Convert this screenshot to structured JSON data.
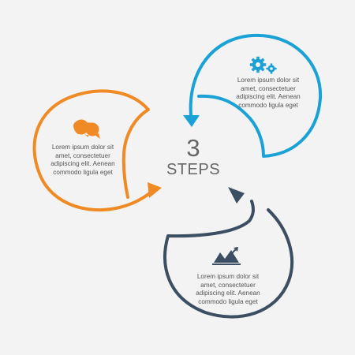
{
  "center": {
    "number": "3",
    "word": "STEPS"
  },
  "steps": [
    {
      "color": "#1aa2d6",
      "icon": "gears-icon",
      "text": [
        "Lorem ipsum dolor sit",
        "amet, consectetuer",
        "adipiscing elit. Aenean",
        "commodo ligula eget"
      ]
    },
    {
      "color": "#f08a24",
      "icon": "chat-bubbles-icon",
      "text": [
        "Lorem ipsum dolor sit",
        "amet, consectetuer",
        "adipiscing elit. Aenean",
        "commodo ligula eget"
      ]
    },
    {
      "color": "#3c4e61",
      "icon": "mountain-chart-icon",
      "text": [
        "Lorem ipsum dolor sit",
        "amet, consectetuer",
        "adipiscing elit. Aenean",
        "commodo ligula eget"
      ]
    }
  ]
}
